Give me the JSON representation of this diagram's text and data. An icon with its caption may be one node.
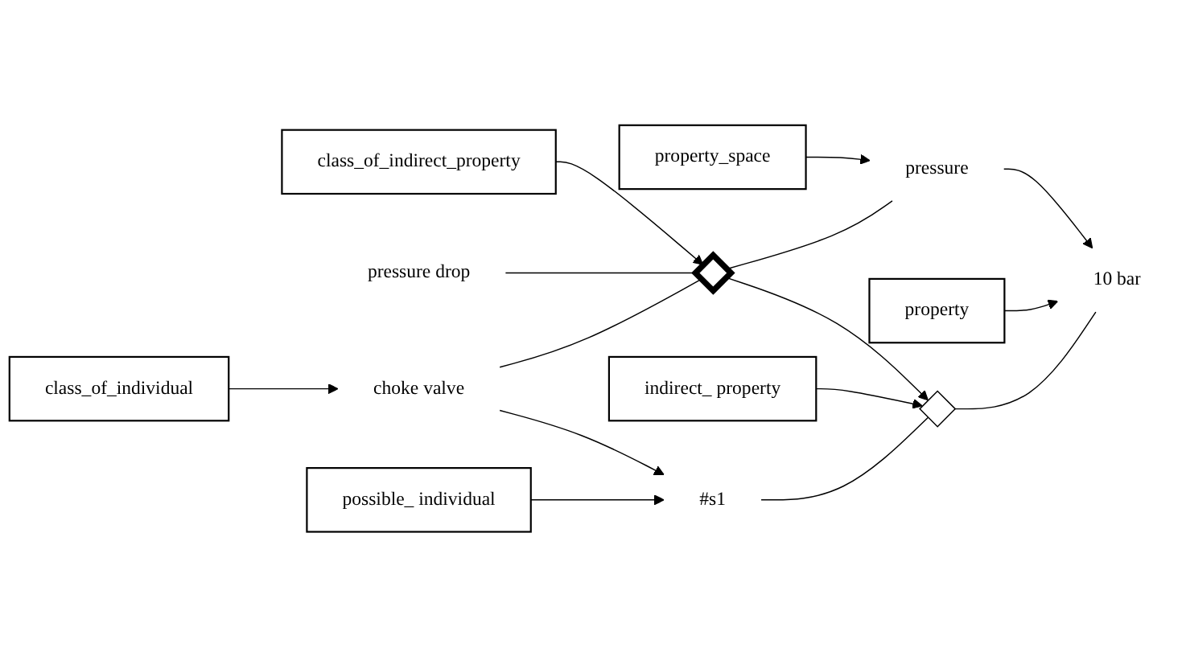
{
  "diagram": {
    "nodes": [
      {
        "text": [
          "class_of_indirect_property"
        ]
      },
      {
        "text": [
          "class_of_individual"
        ]
      },
      {
        "text": [
          "property_space"
        ]
      },
      {
        "text": [
          "pressure drop"
        ]
      },
      {
        "text": [
          "choke valve"
        ]
      },
      {
        "text": [],
        "shape": "diamond"
      },
      {
        "text": [
          "pressure"
        ]
      },
      {
        "text": [
          "possible_ individual"
        ]
      },
      {
        "text": [
          "indirect_ property"
        ]
      },
      {
        "text": [
          "property"
        ]
      },
      {
        "text": [
          "#s1"
        ]
      },
      {
        "text": [],
        "shape": "diamond"
      },
      {
        "text": [
          "10 bar"
        ]
      }
    ],
    "edges": [
      {
        "from": 0,
        "to": 5,
        "arrow": "to"
      },
      {
        "from": 1,
        "to": 4,
        "arrow": "to"
      },
      {
        "from": 2,
        "to": 6,
        "arrow": "to"
      },
      {
        "from": 3,
        "to": 5,
        "arrow": "none"
      },
      {
        "from": 4,
        "to": 5,
        "arrow": "none"
      },
      {
        "from": 5,
        "to": 6,
        "arrow": "none"
      },
      {
        "from": 4,
        "to": 10,
        "arrow": "to"
      },
      {
        "from": 5,
        "to": 11,
        "arrow": "to"
      },
      {
        "from": 6,
        "to": 12,
        "arrow": "to"
      },
      {
        "from": 7,
        "to": 10,
        "arrow": "to"
      },
      {
        "from": 8,
        "to": 11,
        "arrow": "to"
      },
      {
        "from": 9,
        "to": 12,
        "arrow": "to"
      },
      {
        "from": 10,
        "to": 11,
        "arrow": "none"
      },
      {
        "from": 11,
        "to": 12,
        "arrow": "none"
      }
    ]
  }
}
